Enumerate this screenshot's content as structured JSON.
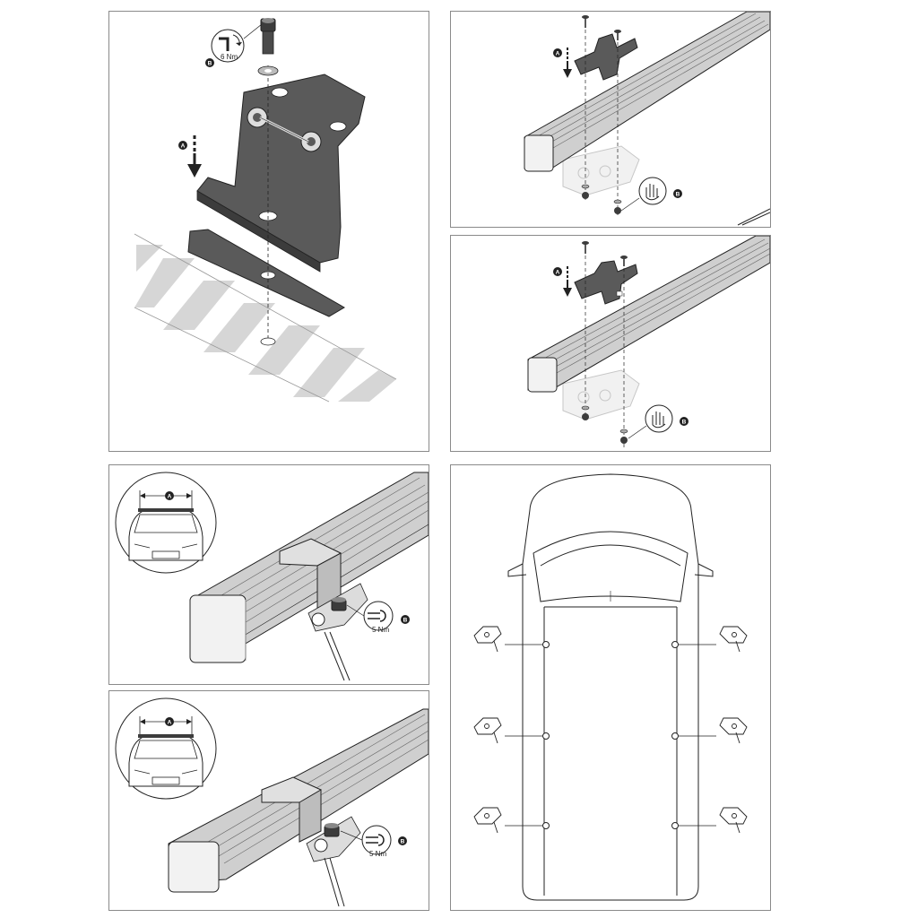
{
  "steps": {
    "step1": {
      "marker_a": "A",
      "marker_b": "B",
      "torque": "6 Nm"
    },
    "step2": {
      "marker_a": "A",
      "marker_b": "B"
    },
    "step3": {
      "marker_a": "A",
      "marker_b": "B"
    },
    "step4": {
      "marker_a": "A",
      "marker_b": "B",
      "torque": "5 Nm"
    },
    "step5": {
      "marker_a": "A",
      "marker_b": "B",
      "torque": "5 Nm"
    }
  },
  "icons": {
    "hex_key": "hex-key-icon",
    "hand_tighten": "hand-tighten-icon",
    "wrench": "wrench-icon",
    "arrow_down": "arrow-down-icon"
  },
  "colors": {
    "metal_dark": "#5a5a5a",
    "bar_grey": "#cfcfcf",
    "stripe": "#d6d6d6",
    "line": "#222222"
  }
}
